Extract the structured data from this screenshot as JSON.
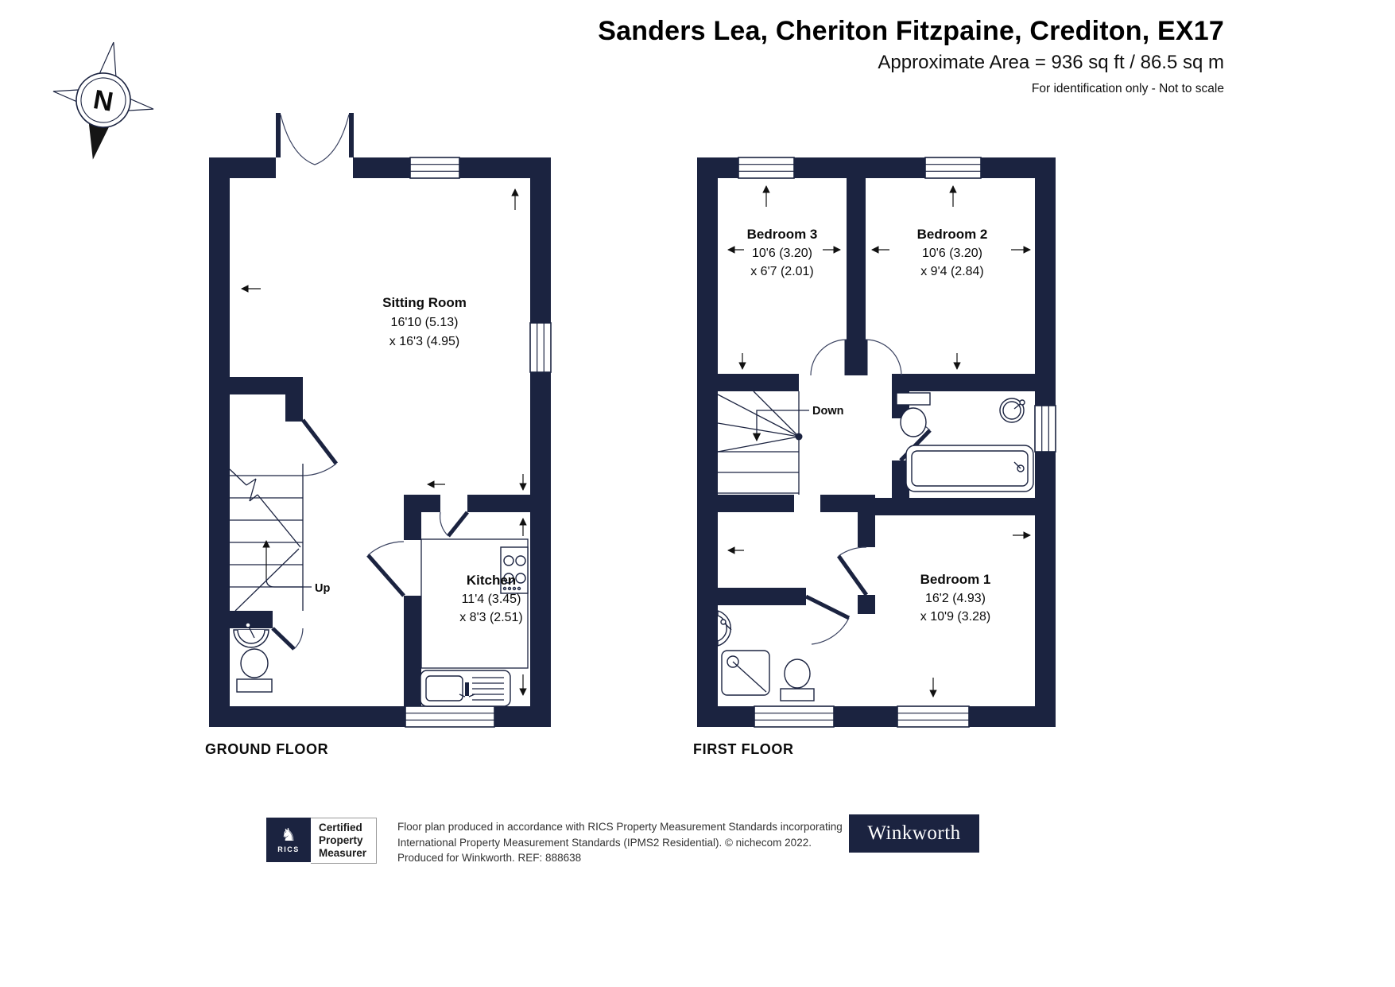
{
  "header": {
    "title": "Sanders Lea, Cheriton Fitzpaine, Crediton, EX17",
    "area": "Approximate Area = 936 sq ft / 86.5 sq m",
    "note": "For identification only - Not to scale"
  },
  "compass": {
    "north_label": "N"
  },
  "colors": {
    "wall_navy": "#1b2340",
    "door_arc": "#39415f",
    "text": "#111111"
  },
  "floors": {
    "ground": {
      "name": "GROUND FLOOR",
      "stairs_label": "Up",
      "rooms": [
        {
          "name": "Sitting Room",
          "dims1": "16'10 (5.13)",
          "dims2": "x 16'3 (4.95)"
        },
        {
          "name": "Kitchen",
          "dims1": "11'4 (3.45)",
          "dims2": "x 8'3 (2.51)"
        }
      ]
    },
    "first": {
      "name": "FIRST FLOOR",
      "stairs_label": "Down",
      "rooms": [
        {
          "name": "Bedroom 3",
          "dims1": "10'6 (3.20)",
          "dims2": "x 6'7 (2.01)"
        },
        {
          "name": "Bedroom 2",
          "dims1": "10'6 (3.20)",
          "dims2": "x 9'4 (2.84)"
        },
        {
          "name": "Bedroom 1",
          "dims1": "16'2 (4.93)",
          "dims2": "x 10'9 (3.28)"
        }
      ]
    }
  },
  "footer": {
    "rics_brand": "RICS",
    "certification_lines": [
      "Certified",
      "Property",
      "Measurer"
    ],
    "disclaimer": [
      "Floor plan produced in accordance with RICS Property Measurement Standards incorporating",
      "International Property Measurement Standards (IPMS2 Residential).   © nichecom 2022.",
      "Produced for Winkworth.   REF: 888638"
    ],
    "winkworth_logo": "Winkworth"
  }
}
